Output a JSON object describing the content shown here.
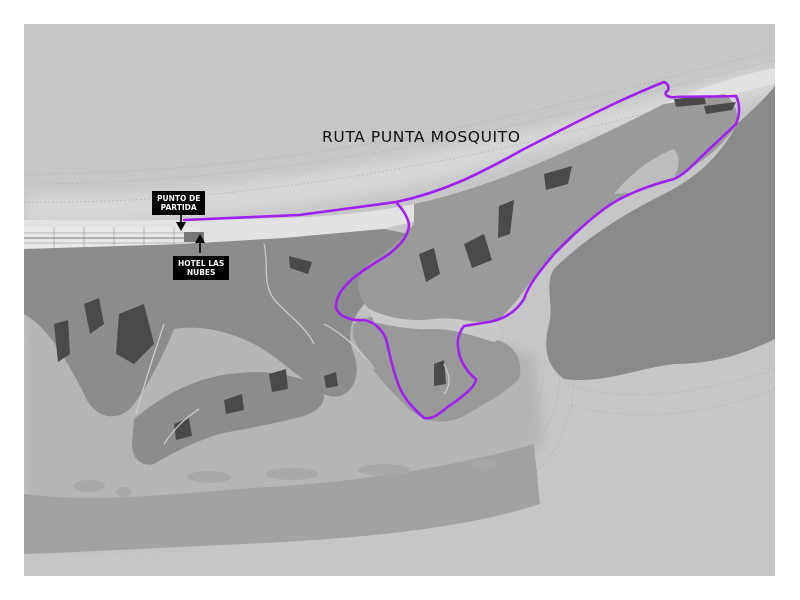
{
  "map": {
    "title": "RUTA PUNTA MOSQUITO",
    "route_color": "#a020f0",
    "water_color": "#c6c6c6",
    "land_color": "#8a8a8a",
    "labels": {
      "start_line1": "PUNTO DE",
      "start_line2": "PARTIDA",
      "hotel_line1": "HOTEL LAS",
      "hotel_line2": "NUBES"
    }
  }
}
